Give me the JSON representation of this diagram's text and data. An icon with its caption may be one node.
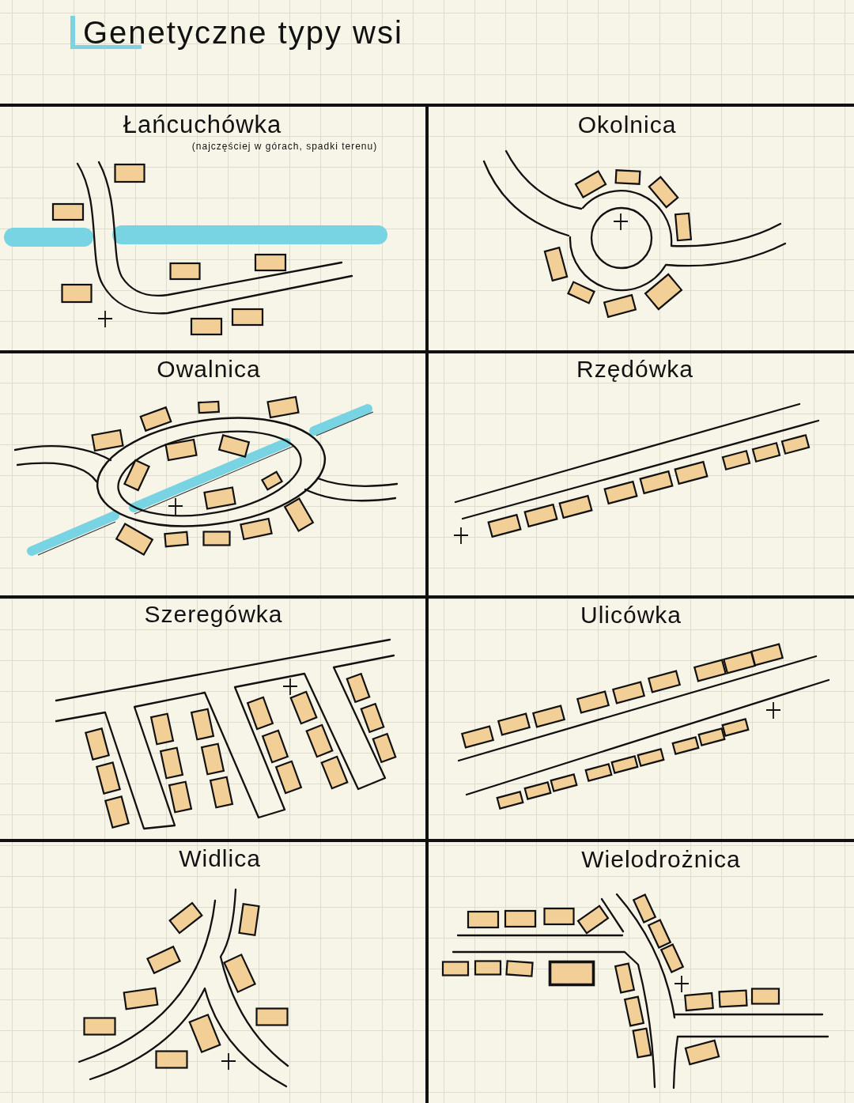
{
  "diagram": {
    "title": "Genetyczne typy wsi",
    "nodes": [
      {
        "text": [
          "Łańcuchówka",
          "(najczęściej w górach, spadki terenu)"
        ]
      },
      {
        "text": [
          "Okolnica"
        ]
      },
      {
        "text": [
          "Owalnica"
        ]
      },
      {
        "text": [
          "Rzędówka"
        ]
      },
      {
        "text": [
          "Szeregówka"
        ]
      },
      {
        "text": [
          "Ulicówka"
        ]
      },
      {
        "text": [
          "Widlica"
        ]
      },
      {
        "text": [
          "Wielodrożnica"
        ]
      }
    ]
  }
}
